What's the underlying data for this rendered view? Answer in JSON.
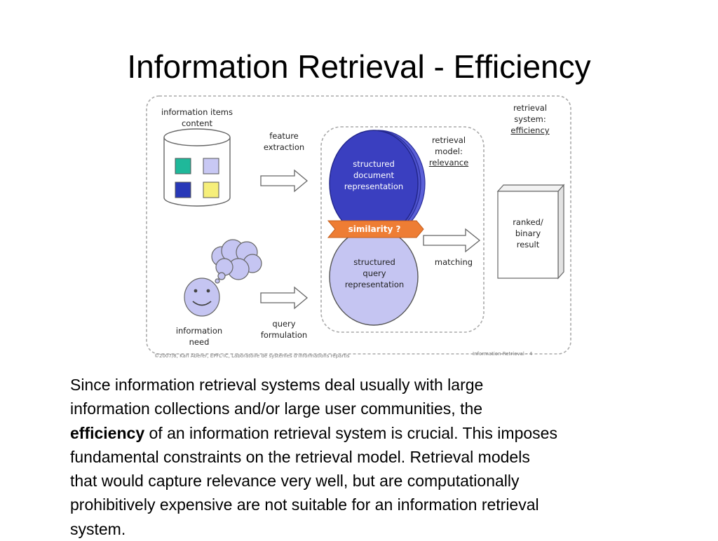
{
  "slide": {
    "title": "Information Retrieval - Efficiency"
  },
  "diagram": {
    "items_label": "information items\ncontent",
    "feature_label": "feature\nextraction",
    "model_label_top": "retrieval\nmodel:",
    "model_label_ul": "relevance",
    "system_label_top": "retrieval\nsystem:",
    "system_label_ul": "efficiency",
    "doc_label": "structured\ndocument\nrepresentation",
    "similarity_label": "similarity ?",
    "query_rep_label": "structured\nquery\nrepresentation",
    "matching_label": "matching",
    "result_label": "ranked/\nbinary\nresult",
    "need_label": "information\nneed",
    "query_form_label": "query\nformulation",
    "copyright": "©2007/8, Karl Aberer, EPFL-IC, Laboratoire de systèmes d'informations répartis",
    "page_ref": "Information Retrieval - 4",
    "colors": {
      "doc_ellipse": "#3a3fc0",
      "query_ellipse": "#c5c5f2",
      "similarity_band": "#ee7d34",
      "square_green": "#1fb89a",
      "square_blue": "#2838b8",
      "square_lavender": "#c8c8f4",
      "square_yellow": "#f6ef7a"
    }
  },
  "paragraph": {
    "line1": "Since information retrieval systems deal usually with large",
    "line2": "information collections and/or large user communities, the",
    "bold_word": "efficiency",
    "line3_rest": " of an information retrieval system is crucial. This imposes",
    "line4": "fundamental constraints on the retrieval model. Retrieval models",
    "line5": "that would capture relevance very well, but are computationally",
    "line6": "prohibitively expensive are not suitable for an information retrieval",
    "line7": "system."
  }
}
